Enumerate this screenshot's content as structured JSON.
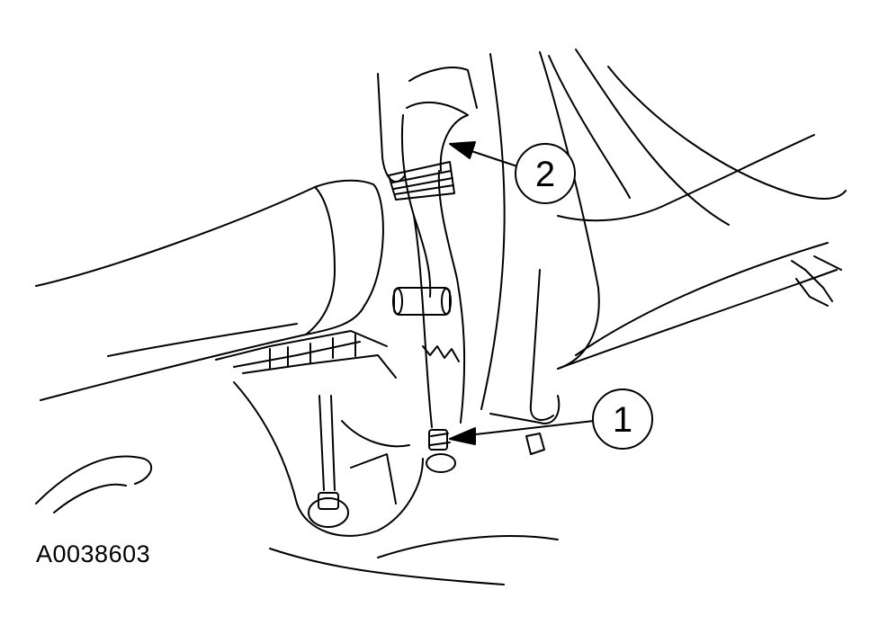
{
  "figure": {
    "id": "A0038603",
    "line_color": "#000000",
    "background": "#ffffff"
  },
  "callouts": [
    {
      "number": "1",
      "points_to": "bolt"
    },
    {
      "number": "2",
      "points_to": "strap"
    }
  ]
}
